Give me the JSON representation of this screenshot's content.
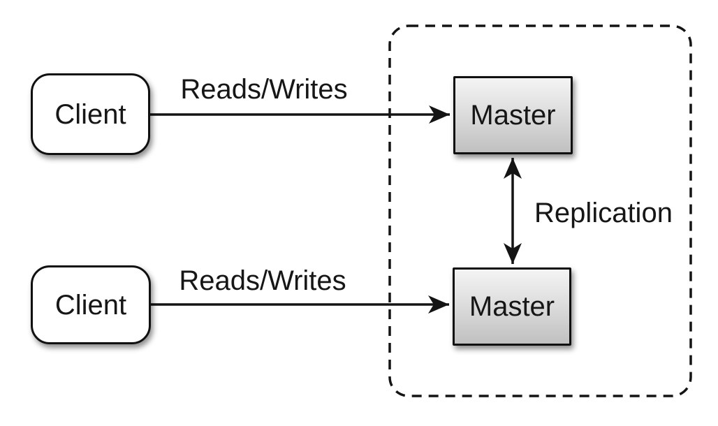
{
  "diagram_type": "architecture-diagram",
  "nodes": {
    "client_top": {
      "label": "Client"
    },
    "client_bottom": {
      "label": "Client"
    },
    "master_top": {
      "label": "Master"
    },
    "master_bottom": {
      "label": "Master"
    }
  },
  "edges": {
    "reads_writes_top": {
      "label": "Reads/Writes",
      "from": "client_top",
      "to": "master_top",
      "direction": "one-way"
    },
    "reads_writes_bottom": {
      "label": "Reads/Writes",
      "from": "client_bottom",
      "to": "master_bottom",
      "direction": "one-way"
    },
    "replication": {
      "label": "Replication",
      "from": "master_top",
      "to": "master_bottom",
      "direction": "two-way"
    }
  },
  "colors": {
    "background": "#ffffff",
    "line": "#141414",
    "node_border": "#101010",
    "client_fill": "#ffffff",
    "master_fill_top": "#f4f4f4",
    "master_fill_bottom": "#c0c0c0",
    "text": "#161616"
  }
}
